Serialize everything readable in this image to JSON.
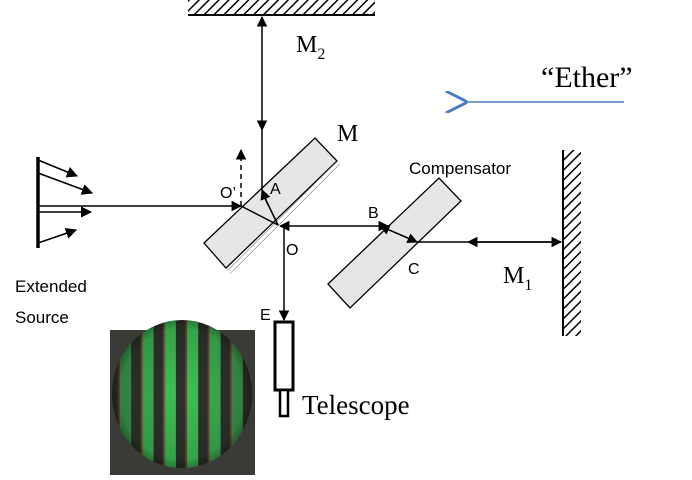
{
  "labels": {
    "mirror_m2": "M",
    "mirror_m2_sub": "2",
    "mirror_m1": "M",
    "mirror_m1_sub": "1",
    "beam_splitter": "M",
    "ether": "“Ether”",
    "compensator": "Compensator",
    "point_a": "A",
    "point_b": "B",
    "point_c": "C",
    "point_o": "O",
    "point_o_prime": "O’",
    "point_e": "E",
    "source_line1": "Extended",
    "source_line2": "Source",
    "telescope": "Telescope"
  },
  "colors": {
    "ink": "#000000",
    "ether_arrow": "#4a7ec4",
    "plate_fill": "#e6e6e6",
    "fringe_green": "#3fd35a",
    "fringe_dark": "#3a3a36"
  },
  "fringe_image": {
    "description_icon": "interference-fringes-photo",
    "band_count": 6
  }
}
